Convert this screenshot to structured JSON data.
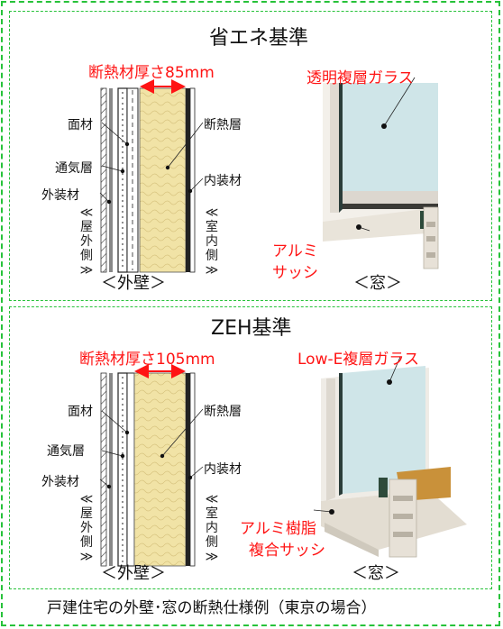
{
  "top_panel": {
    "title": "省エネ基準",
    "wall": {
      "insulation_thickness": "断熱材厚さ85mm",
      "labels": {
        "face": "面材",
        "air": "通気層",
        "exterior": "外装材",
        "insulation": "断熱層",
        "interior": "内装材"
      },
      "outdoor_side": [
        "≪",
        "屋",
        "外",
        "側",
        "≫"
      ],
      "indoor_side": [
        "≪",
        "室",
        "内",
        "側",
        "≫"
      ],
      "caption": "＜外壁＞"
    },
    "window": {
      "glass": "透明複層ガラス",
      "sash_line1": "アルミ",
      "sash_line2": "サッシ",
      "caption": "＜窓＞"
    }
  },
  "bottom_panel": {
    "title": "ZEH基準",
    "wall": {
      "insulation_thickness": "断熱材厚さ105mm",
      "labels": {
        "face": "面材",
        "air": "通気層",
        "exterior": "外装材",
        "insulation": "断熱層",
        "interior": "内装材"
      },
      "outdoor_side": [
        "≪",
        "屋",
        "外",
        "側",
        "≫"
      ],
      "indoor_side": [
        "≪",
        "室",
        "内",
        "側",
        "≫"
      ],
      "caption": "＜外壁＞"
    },
    "window": {
      "glass": "Low-E複層ガラス",
      "sash_line1": "アルミ樹脂",
      "sash_line2": "複合サッシ",
      "caption": "＜窓＞"
    }
  },
  "footer": "戸建住宅の外壁･窓の断熱仕様例（東京の場合）",
  "colors": {
    "frame": "#27c23a",
    "highlight": "#ff1414",
    "insulation": "#f1e3a6",
    "aluminum": "#e7e1d7",
    "resin": "#c9913a"
  }
}
